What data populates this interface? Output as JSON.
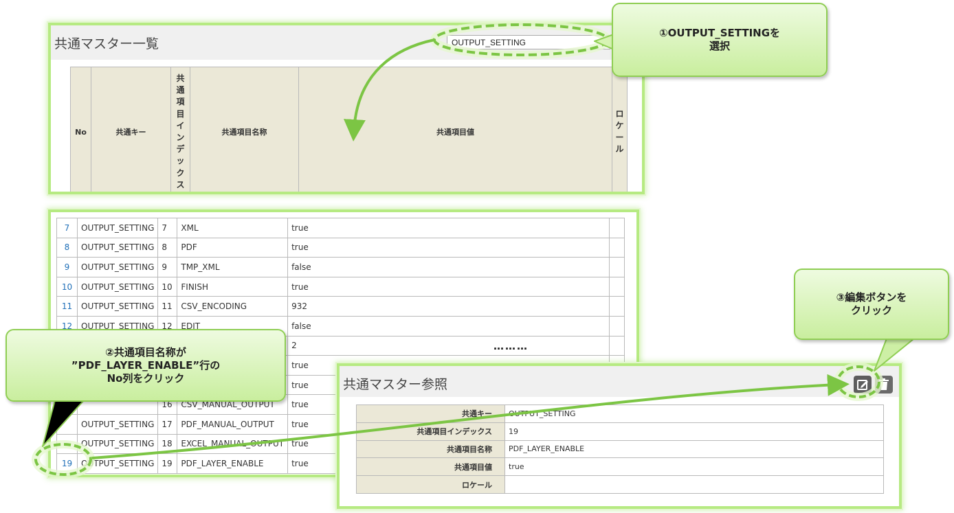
{
  "master_list": {
    "title": "共通マスター一覧",
    "select_value": "OUTPUT_SETTING",
    "headers": {
      "no": "No",
      "key": "共通キー",
      "index": "共通項目インデックス",
      "name": "共通項目名称",
      "value": "共通項目値",
      "locale": "ロケール"
    }
  },
  "rows": [
    {
      "no": "7",
      "key": "OUTPUT_SETTING",
      "index": "7",
      "name": "XML",
      "value": "true"
    },
    {
      "no": "8",
      "key": "OUTPUT_SETTING",
      "index": "8",
      "name": "PDF",
      "value": "true"
    },
    {
      "no": "9",
      "key": "OUTPUT_SETTING",
      "index": "9",
      "name": "TMP_XML",
      "value": "false"
    },
    {
      "no": "10",
      "key": "OUTPUT_SETTING",
      "index": "10",
      "name": "FINISH",
      "value": "true"
    },
    {
      "no": "11",
      "key": "OUTPUT_SETTING",
      "index": "11",
      "name": "CSV_ENCODING",
      "value": "932"
    },
    {
      "no": "12",
      "key": "OUTPUT_SETTING",
      "index": "12",
      "name": "EDIT",
      "value": "false"
    },
    {
      "no": "",
      "key": "",
      "index": "",
      "name": "",
      "value": "2"
    },
    {
      "no": "",
      "key": "",
      "index": "",
      "name": "",
      "value": "true"
    },
    {
      "no": "",
      "key": "",
      "index": "",
      "name": "",
      "value": "true"
    },
    {
      "no": "",
      "key": "",
      "index": "16",
      "name": "CSV_MANUAL_OUTPUT",
      "value": "true"
    },
    {
      "no": "",
      "key": "OUTPUT_SETTING",
      "index": "17",
      "name": "PDF_MANUAL_OUTPUT",
      "value": "true"
    },
    {
      "no": "",
      "key": "OUTPUT_SETTING",
      "index": "18",
      "name": "EXCEL_MANUAL_OUTPUT",
      "value": "true"
    },
    {
      "no": "19",
      "key": "OUTPUT_SETTING",
      "index": "19",
      "name": "PDF_LAYER_ENABLE",
      "value": "true"
    }
  ],
  "detail": {
    "title": "共通マスター参照",
    "fields": [
      {
        "label": "共通キー",
        "value": "OUTPUT_SETTING"
      },
      {
        "label": "共通項目インデックス",
        "value": "19"
      },
      {
        "label": "共通項目名称",
        "value": "PDF_LAYER_ENABLE"
      },
      {
        "label": "共通項目値",
        "value": "true"
      },
      {
        "label": "ロケール",
        "value": ""
      }
    ]
  },
  "callouts": {
    "step1_line1": "①OUTPUT_SETTINGを",
    "step1_line2": "選択",
    "step2_line1": "②共通項目名称が",
    "step2_line2": "”PDF_LAYER_ENABLE”行の",
    "step2_line3": "No列をクリック",
    "step3_line1": "③編集ボタンを",
    "step3_line2": "クリック"
  },
  "ellipsis": "………",
  "icons": {
    "edit": "edit-icon",
    "delete": "trash-icon"
  },
  "colors": {
    "highlight": "#b6ea82",
    "arrow": "#7cc544",
    "link": "#1f6fb8",
    "header_bg": "#ebe8d7"
  }
}
